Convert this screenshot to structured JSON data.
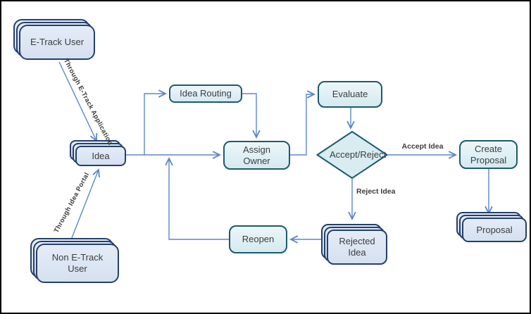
{
  "diagram": {
    "type": "flowchart",
    "nodes": {
      "etrack_user": "E-Track User",
      "idea": "Idea",
      "non_etrack_user": "Non E-Track User",
      "idea_routing": "Idea Routing",
      "assign_owner": "Assign Owner",
      "evaluate": "Evaluate",
      "accept_reject": "Accept/Reject",
      "create_proposal": "Create Proposal",
      "proposal": "Proposal",
      "rejected_idea": "Rejected Idea",
      "reopen": "Reopen"
    },
    "edge_labels": {
      "through_etrack_application": "Through E-Track Application",
      "through_idea_portal": "Through Idea Portal",
      "accept_idea": "Accept Idea",
      "reject_idea": "Reject Idea"
    },
    "colors": {
      "stack_fill": "#d9e2f1",
      "stack_border": "#24406b",
      "process_fill": "#ddeef4",
      "process_border": "#1e5a6b",
      "connector": "#5b87c9",
      "text": "#3d3d3d",
      "frame": "#000000",
      "background": "#ffffff"
    }
  }
}
